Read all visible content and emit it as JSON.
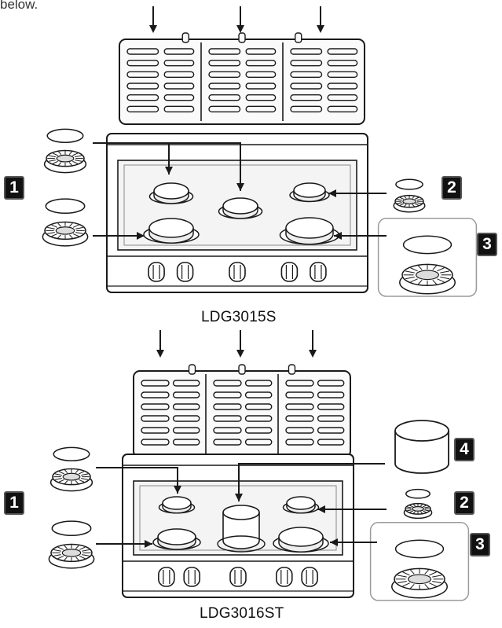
{
  "intro_text": "below.",
  "diagrams": [
    {
      "model": "LDG3015S",
      "badges": [
        "1",
        "2",
        "3"
      ]
    },
    {
      "model": "LDG3016ST",
      "badges": [
        "4",
        "1",
        "2",
        "3"
      ]
    }
  ],
  "colors": {
    "line": "#1a1a1a",
    "panel_fill": "#f4f4f4",
    "badge": "#111111"
  }
}
